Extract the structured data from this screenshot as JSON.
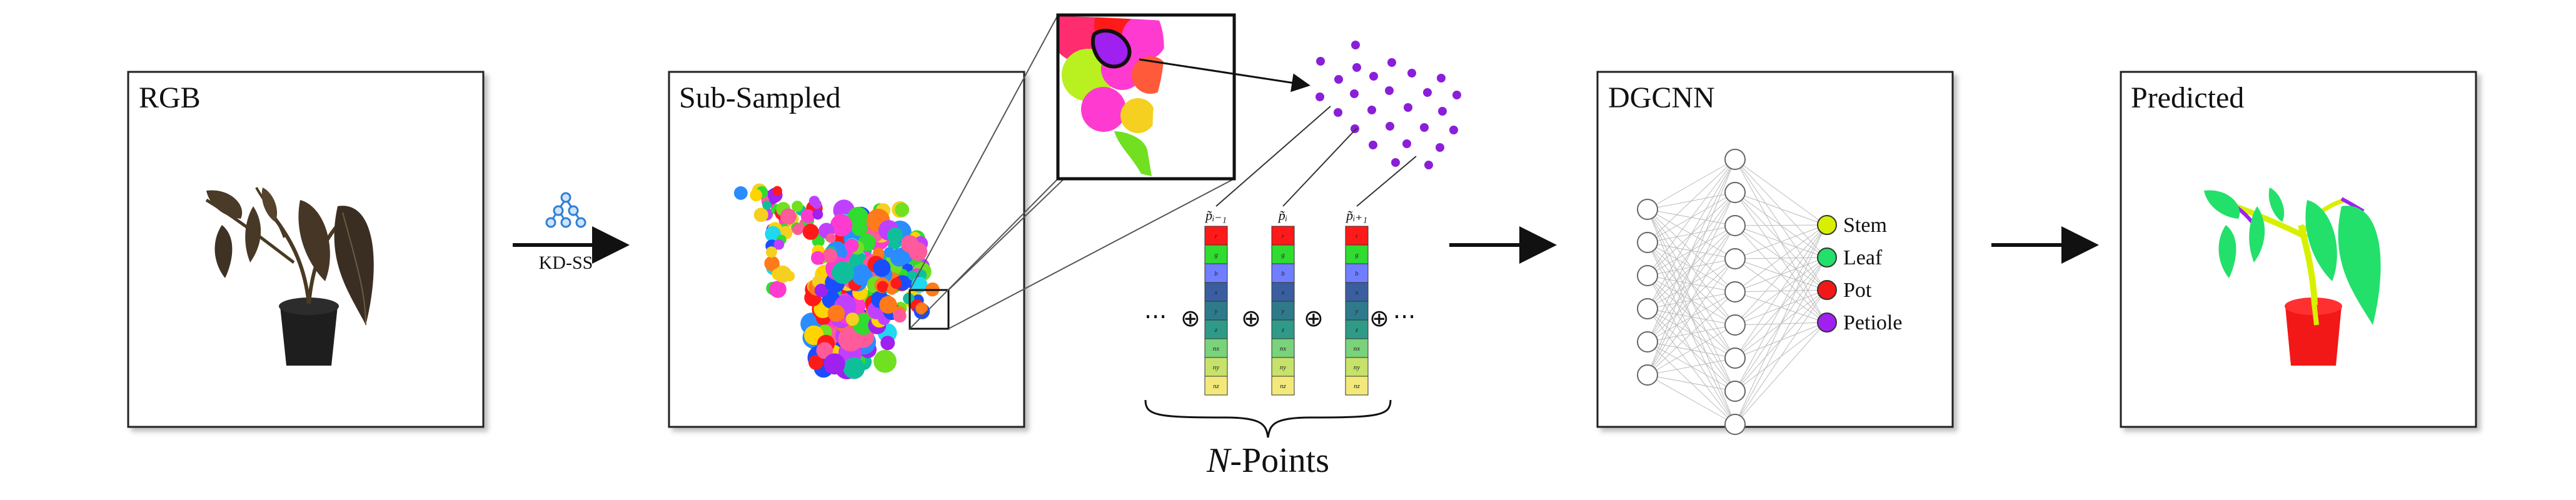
{
  "panels": {
    "rgb": {
      "title": "RGB"
    },
    "subsampled": {
      "title": "Sub-Sampled"
    },
    "dgcnn": {
      "title": "DGCNN"
    },
    "predicted": {
      "title": "Predicted"
    }
  },
  "kdss": {
    "label": "KD-SS"
  },
  "npoints": {
    "label_n": "N",
    "label_rest": "-Points"
  },
  "sequence": {
    "dots_left": "···",
    "dots_right": "···",
    "oplus": "⊕",
    "points": [
      {
        "label": "p̃ᵢ₋₁"
      },
      {
        "label": "p̃ᵢ"
      },
      {
        "label": "p̃ᵢ₊₁"
      }
    ],
    "features": [
      {
        "name": "r",
        "color": "#ff1a1a"
      },
      {
        "name": "g",
        "color": "#2fdc2f"
      },
      {
        "name": "b",
        "color": "#6f7fff"
      },
      {
        "name": "x",
        "color": "#3a5fa0"
      },
      {
        "name": "y",
        "color": "#2f7a8a"
      },
      {
        "name": "z",
        "color": "#2f9a88"
      },
      {
        "name": "nx",
        "color": "#7ad27a"
      },
      {
        "name": "ny",
        "color": "#c6e26a"
      },
      {
        "name": "nz",
        "color": "#f3e97a"
      }
    ]
  },
  "legend": [
    {
      "label": "Stem",
      "color": "#d8f000"
    },
    {
      "label": "Leaf",
      "color": "#22e06a"
    },
    {
      "label": "Pot",
      "color": "#f21818"
    },
    {
      "label": "Petiole",
      "color": "#a020f0"
    }
  ],
  "colors": {
    "frame": "#222222",
    "arrow": "#111111",
    "point": "#8a1fd8",
    "kdss_icon": "#2e7fd6"
  }
}
